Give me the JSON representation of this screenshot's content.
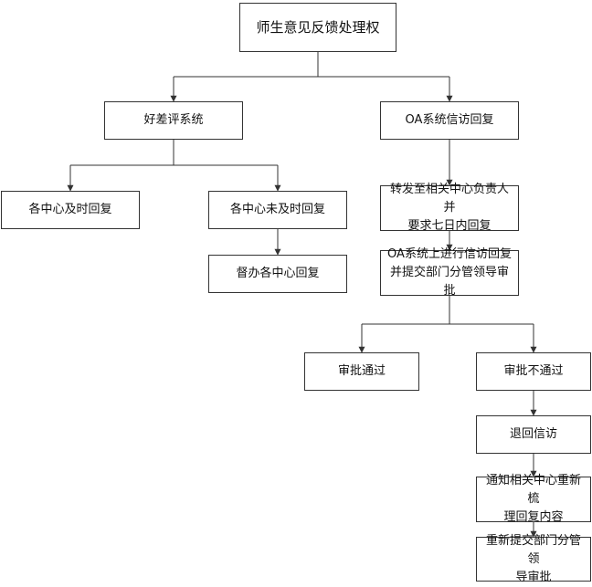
{
  "diagram": {
    "line_color": "#333333",
    "nodes": [
      {
        "id": "root",
        "label": "师生意见反馈处理权"
      },
      {
        "id": "rating",
        "label": "好差评系统"
      },
      {
        "id": "oa",
        "label": "OA系统信访回复"
      },
      {
        "id": "timely",
        "label": "各中心及时回复"
      },
      {
        "id": "untimely",
        "label": "各中心未及时回复"
      },
      {
        "id": "supervise",
        "label": "督办各中心回复"
      },
      {
        "id": "forward",
        "label": "转发至相关中心负责人并\n要求七日内回复"
      },
      {
        "id": "oa-reply",
        "label": "OA系统上进行信访回复\n并提交部门分管领导审批"
      },
      {
        "id": "approved",
        "label": "审批通过"
      },
      {
        "id": "rejected",
        "label": "审批不通过"
      },
      {
        "id": "return",
        "label": "退回信访"
      },
      {
        "id": "notify",
        "label": "通知相关中心重新梳\n理回复内容"
      },
      {
        "id": "resubmit",
        "label": "重新提交部门分管领\n导审批"
      }
    ],
    "edges": [
      {
        "from": "root",
        "to": "rating"
      },
      {
        "from": "root",
        "to": "oa"
      },
      {
        "from": "rating",
        "to": "timely"
      },
      {
        "from": "rating",
        "to": "untimely"
      },
      {
        "from": "untimely",
        "to": "supervise"
      },
      {
        "from": "oa",
        "to": "forward"
      },
      {
        "from": "forward",
        "to": "oa-reply"
      },
      {
        "from": "oa-reply",
        "to": "approved"
      },
      {
        "from": "oa-reply",
        "to": "rejected"
      },
      {
        "from": "rejected",
        "to": "return"
      },
      {
        "from": "return",
        "to": "notify"
      },
      {
        "from": "notify",
        "to": "resubmit"
      }
    ]
  }
}
